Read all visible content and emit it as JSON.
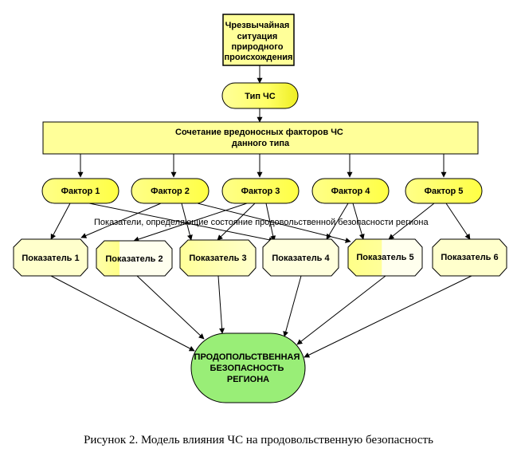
{
  "nodes": {
    "emergency": [
      "Чрезвычайная",
      "ситуация",
      "природного",
      "происхождения"
    ],
    "type": "Тип ЧС",
    "combination": [
      "Сочетание вредоносных факторов ЧС",
      "данного типа"
    ],
    "factors": [
      "Фактор 1",
      "Фактор 2",
      "Фактор 3",
      "Фактор 4",
      "Фактор 5"
    ],
    "indicators": [
      "Показатель 1",
      "Показатель 2",
      "Показатель 3",
      "Показатель 4",
      "Показатель 5",
      "Показатель 6"
    ],
    "security": [
      "ПРОДОПОЛЬСТВЕННАЯ",
      "БЕЗОПАСНОСТЬ",
      "РЕГИОНА"
    ]
  },
  "indicators_note": "Показатели, определяющие состояние продовольственной безопасности региона",
  "caption": "Рисунок 2. Модель влияния ЧС на продовольственную безопасность",
  "colors": {
    "yellow": "#ffff99",
    "cream": "#ffffcc",
    "green": "#99ee77",
    "stroke": "#000000"
  }
}
